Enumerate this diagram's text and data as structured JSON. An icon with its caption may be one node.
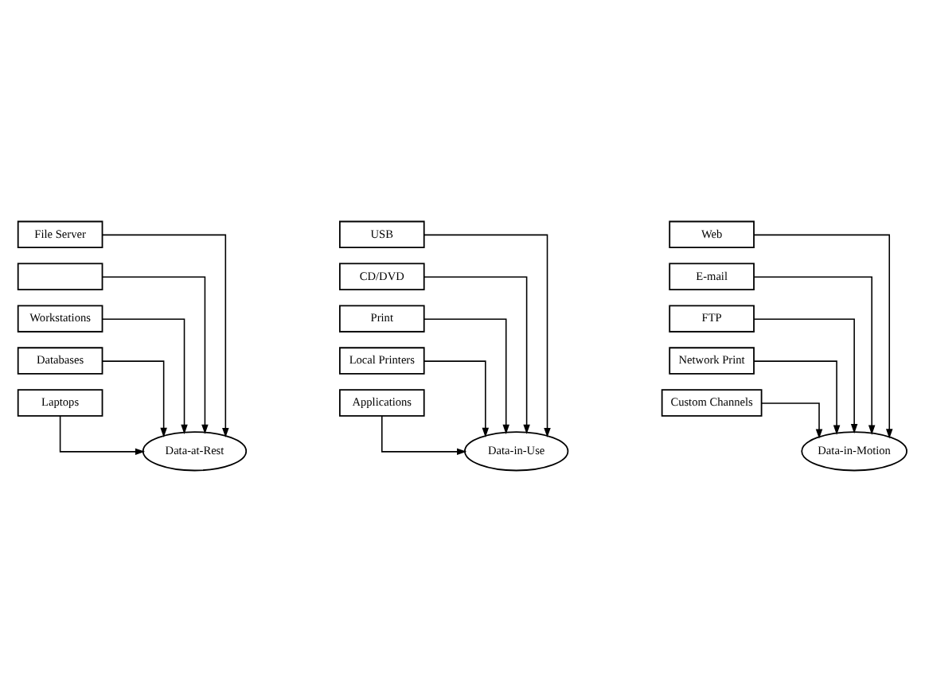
{
  "diagram": {
    "nodes": [
      {
        "text": [
          "File Server"
        ]
      },
      {
        "text": [],
        "shape": "box"
      },
      {
        "text": [
          "Workstations"
        ]
      },
      {
        "text": [
          "Databases"
        ]
      },
      {
        "text": [
          "Laptops"
        ]
      },
      {
        "text": [
          "USB"
        ]
      },
      {
        "text": [
          "CD/DVD"
        ]
      },
      {
        "text": [
          "Print"
        ]
      },
      {
        "text": [
          "Local Printers"
        ]
      },
      {
        "text": [
          "Applications"
        ]
      },
      {
        "text": [
          "Web"
        ]
      },
      {
        "text": [
          "E-mail"
        ]
      },
      {
        "text": [
          "FTP"
        ]
      },
      {
        "text": [
          "Network Print"
        ]
      },
      {
        "text": [
          "Custom Channels"
        ]
      },
      {
        "text": [
          "Data-at-Rest"
        ]
      },
      {
        "text": [
          "Data-in-Use"
        ]
      },
      {
        "text": [
          "Data-in-Motion"
        ]
      }
    ],
    "edges": [
      {
        "from": 0,
        "to": 15,
        "arrow": "to"
      },
      {
        "from": 1,
        "to": 15,
        "arrow": "to"
      },
      {
        "from": 2,
        "to": 15,
        "arrow": "to"
      },
      {
        "from": 3,
        "to": 15,
        "arrow": "to"
      },
      {
        "from": 4,
        "to": 15,
        "arrow": "to"
      },
      {
        "from": 5,
        "to": 16,
        "arrow": "to"
      },
      {
        "from": 6,
        "to": 16,
        "arrow": "to"
      },
      {
        "from": 7,
        "to": 16,
        "arrow": "to"
      },
      {
        "from": 8,
        "to": 16,
        "arrow": "to"
      },
      {
        "from": 9,
        "to": 16,
        "arrow": "to"
      },
      {
        "from": 10,
        "to": 17,
        "arrow": "to"
      },
      {
        "from": 11,
        "to": 17,
        "arrow": "to"
      },
      {
        "from": 12,
        "to": 17,
        "arrow": "to"
      },
      {
        "from": 13,
        "to": 17,
        "arrow": "to"
      },
      {
        "from": 14,
        "to": 17,
        "arrow": "to"
      }
    ]
  }
}
